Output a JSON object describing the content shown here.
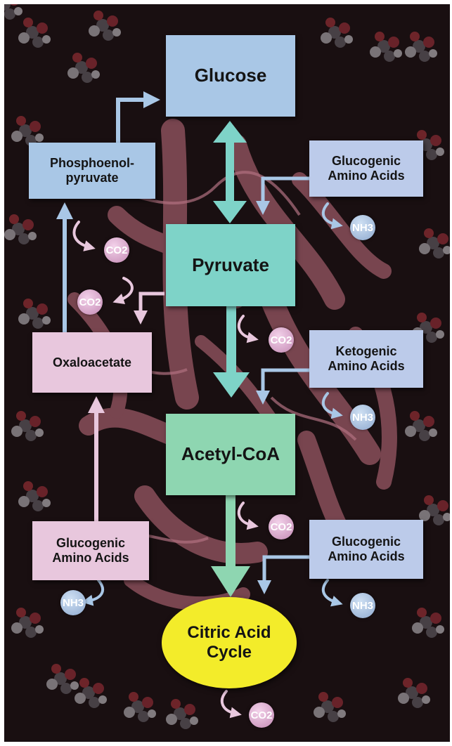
{
  "nodes": {
    "glucose": "Glucose",
    "pyruvate": "Pyruvate",
    "acetyl_coa": "Acetyl-CoA",
    "citric_acid_cycle": "Citric Acid Cycle",
    "phosphoenolpyruvate": "Phosphoenol- pyruvate",
    "oxaloacetate": "Oxaloacetate",
    "glucogenic_amino_acids_top": "Glucogenic Amino Acids",
    "ketogenic_amino_acids": "Ketogenic Amino Acids",
    "glucogenic_amino_acids_bottom_right": "Glucogenic Amino Acids",
    "glucogenic_amino_acids_bottom_left": "Glucogenic Amino Acids"
  },
  "molecules": {
    "co2_label": "CO2",
    "nh3_label": "NH3"
  },
  "colors": {
    "background": "#190f11",
    "glucose_box": "#a9c7e6",
    "pyruvate_box": "#7ed3c8",
    "acetyl_coa_box": "#8ed6b1",
    "citric_acid_cycle": "#f3ec2a",
    "oxaloacetate_box": "#e8c7dd",
    "amino_acid_box": "#bccbea",
    "arrow_blue": "#a9c7e6",
    "arrow_teal": "#7ed3c8",
    "arrow_green": "#8ed6b1",
    "arrow_pink": "#e8c7dd"
  }
}
